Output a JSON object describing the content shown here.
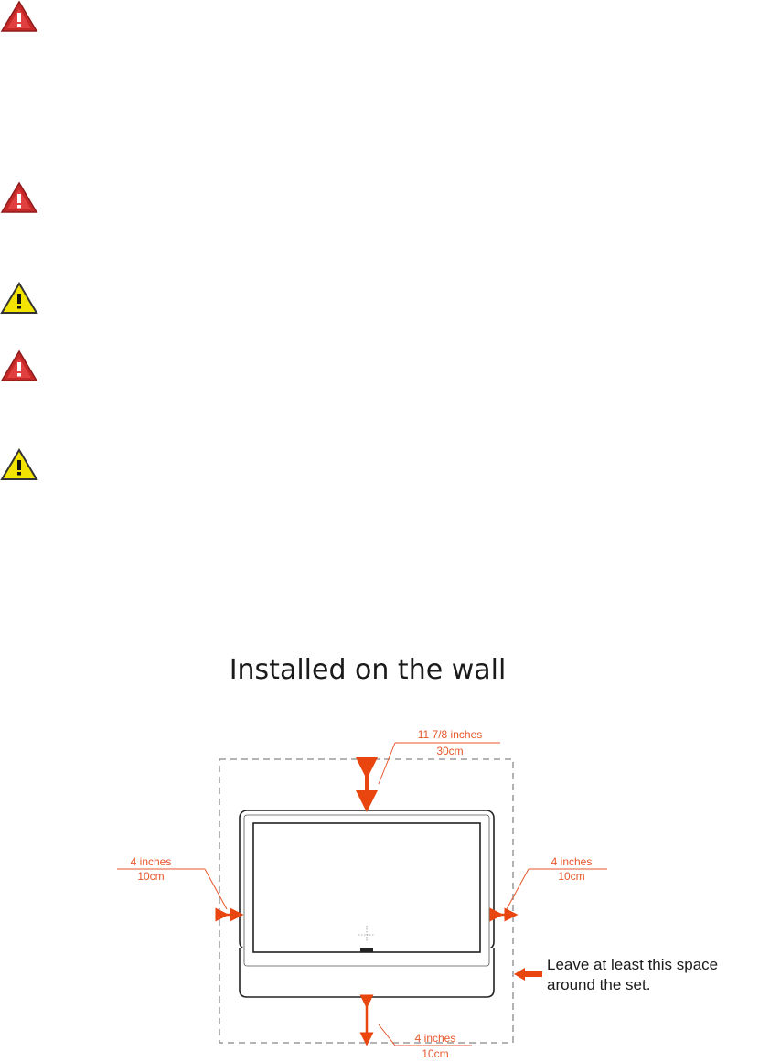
{
  "warnings": [
    {
      "type": "danger",
      "icon": "red-warning-triangle-icon",
      "color": "#c62828"
    },
    {
      "type": "danger",
      "icon": "red-warning-triangle-icon",
      "color": "#c62828"
    },
    {
      "type": "caution",
      "icon": "yellow-caution-triangle-icon",
      "color": "#f2e400"
    },
    {
      "type": "danger",
      "icon": "red-warning-triangle-icon",
      "color": "#c62828"
    },
    {
      "type": "caution",
      "icon": "yellow-caution-triangle-icon",
      "color": "#f2e400"
    }
  ],
  "diagram": {
    "title": "Installed on the wall",
    "top_clearance": {
      "inches": "11 7/8 inches",
      "cm": "30cm"
    },
    "left_clearance": {
      "inches": "4 inches",
      "cm": "10cm"
    },
    "right_clearance": {
      "inches": "4 inches",
      "cm": "10cm"
    },
    "bottom_clearance": {
      "inches": "4 inches",
      "cm": "10cm"
    },
    "note_line1": "Leave at least this space",
    "note_line2": "around the set.",
    "arrow_color": "#e8450f",
    "label_color": "#e8562a"
  }
}
